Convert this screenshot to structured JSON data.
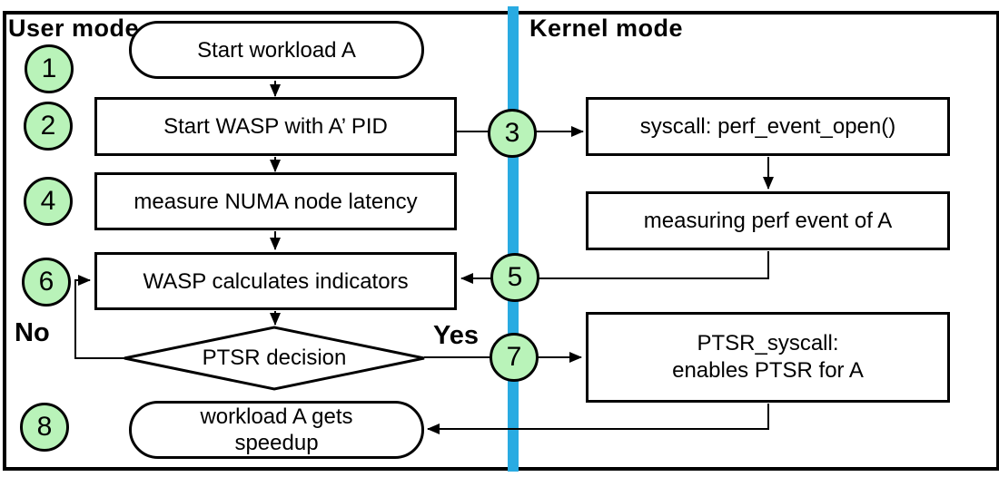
{
  "diagram": {
    "user_mode_label": "User mode",
    "kernel_mode_label": "Kernel mode",
    "no_label": "No",
    "yes_label": "Yes",
    "steps": [
      "1",
      "2",
      "3",
      "4",
      "5",
      "6",
      "7",
      "8"
    ],
    "nodes": {
      "start_workload": "Start workload A",
      "start_wasp": "Start WASP with A’ PID",
      "measure_numa": "measure NUMA node latency",
      "wasp_calculates": "WASP calculates indicators",
      "ptsr_decision": "PTSR decision",
      "workload_speedup_line1": "workload A gets",
      "workload_speedup_line2": "speedup",
      "syscall_perf": "syscall: perf_event_open()",
      "measuring_perf": "measuring perf event of A",
      "ptsr_syscall_line1": "PTSR_syscall:",
      "ptsr_syscall_line2": "enables PTSR for A"
    },
    "colors": {
      "step_circle_fill": "#B9F3B9",
      "divider_blue": "#29ABE2",
      "line_black": "#000000"
    }
  }
}
